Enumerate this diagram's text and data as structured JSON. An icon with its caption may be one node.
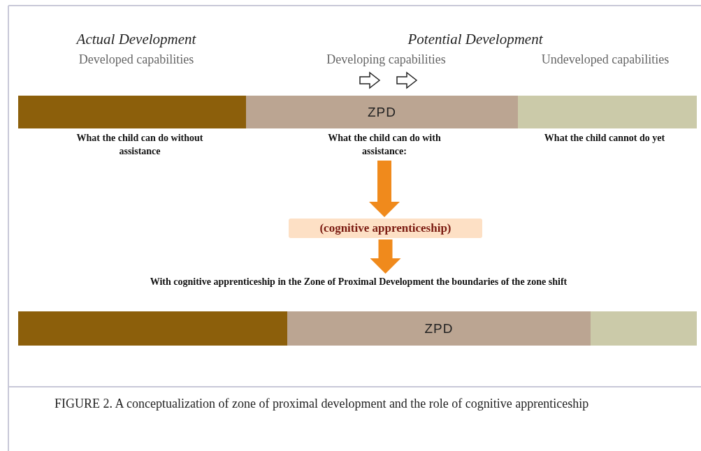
{
  "diagram": {
    "nodes": [
      {
        "text": [],
        "shape": "bar"
      },
      {
        "text": [
          "ZPD"
        ]
      },
      {
        "text": [],
        "shape": "bar"
      },
      {
        "text": [
          "What the child can do with assistance:"
        ]
      },
      {
        "text": [
          "(cognitive apprenticeship)"
        ]
      },
      {
        "text": [
          "With cognitive apprenticeship in the Zone of Proximal Development the boundaries of the zone shift"
        ]
      },
      {
        "text": [],
        "shape": "bar"
      },
      {
        "text": [
          "ZPD"
        ]
      },
      {
        "text": [],
        "shape": "bar"
      }
    ],
    "edges": [
      {
        "from": 3,
        "to": 4,
        "arrow": "to"
      },
      {
        "from": 4,
        "to": 5,
        "arrow": "to"
      }
    ],
    "labels": [
      "Actual Development",
      "Potential Development",
      "Developed capabilities",
      "Developing capabilities",
      "Undeveloped capabilities",
      "What the child can do without assistance",
      "What the child cannot do yet"
    ],
    "caption": "FIGURE 2. A conceptualization of zone of proximal development and the role of cognitive apprenticeship"
  }
}
